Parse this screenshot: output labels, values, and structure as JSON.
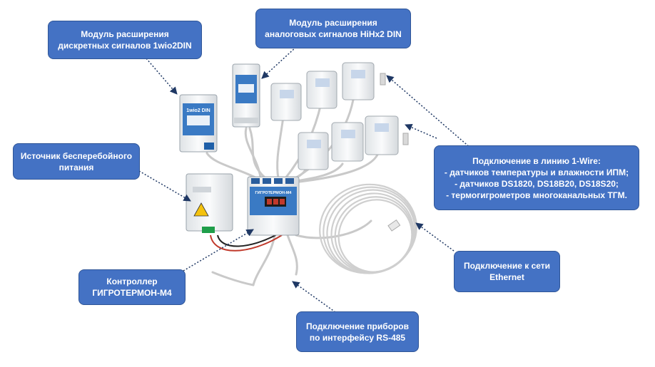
{
  "labels": {
    "expander_discrete": [
      "Модуль расширения",
      "дискретных сигналов 1wio2DIN"
    ],
    "expander_analog": [
      "Модуль расширения",
      "аналоговых сигналов HiHx2 DIN"
    ],
    "ups": [
      "Источник бесперебойного",
      "питания"
    ],
    "one_wire": [
      "Подключение в линию 1-Wire:",
      "- датчиков температуры и влажности ИПМ;",
      "- датчиков DS1820, DS18B20, DS18S20;",
      "- термогигрометров многоканальных ТГМ."
    ],
    "controller": [
      "Контроллер",
      "ГИГРОТЕРМОН-М4"
    ],
    "ethernet": [
      "Подключение к сети",
      "Ethernet"
    ],
    "rs485": [
      "Подключение приборов",
      "по интерфейсу RS-485"
    ]
  },
  "device_text": {
    "module_1wio2din": "1wio2 DIN",
    "controller_name": "ГИГРОТЕРМОН-М4"
  },
  "colors": {
    "callout_fill": "#4472c4",
    "callout_border": "#2f5597",
    "arrow": "#1f3864",
    "module_blue": "#2f6fb8",
    "device_white": "#eef0f2",
    "cable_gray": "#c8c8c8"
  }
}
